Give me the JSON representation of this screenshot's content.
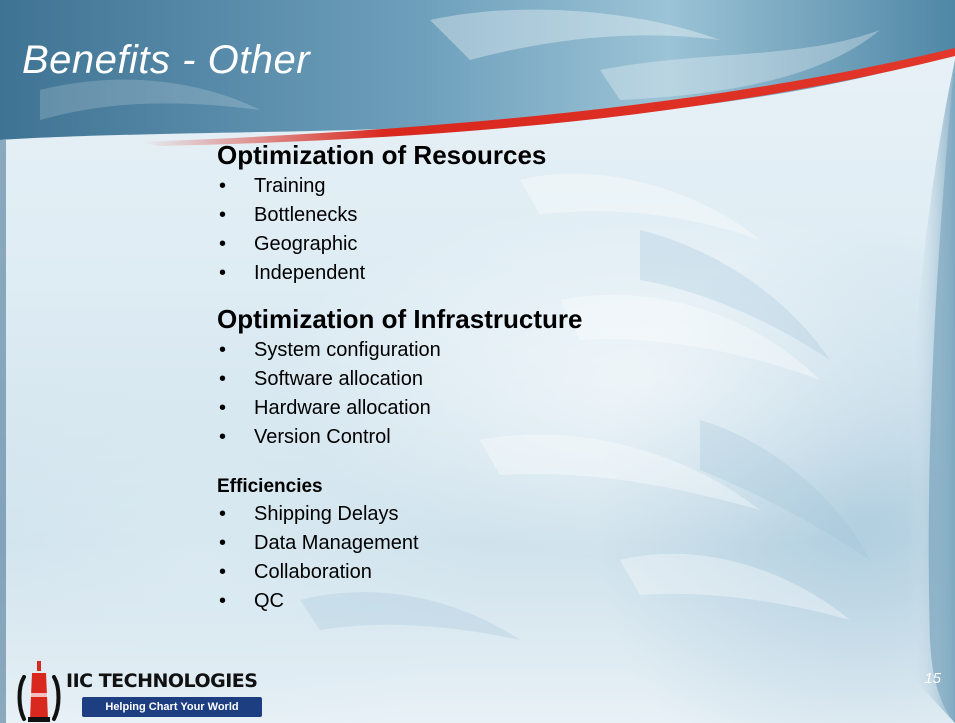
{
  "slide": {
    "title": "Benefits - Other",
    "number": "15"
  },
  "sections": [
    {
      "heading": "Optimization of Resources",
      "items": [
        "Training",
        "Bottlenecks",
        "Geographic",
        "Independent"
      ]
    },
    {
      "heading": "Optimization of Infrastructure",
      "items": [
        "System configuration",
        "Software allocation",
        "Hardware allocation",
        "Version Control"
      ]
    },
    {
      "heading": "Efficiencies",
      "items": [
        "Shipping Delays",
        "Data Management",
        "Collaboration",
        "QC"
      ]
    }
  ],
  "logo": {
    "name": "IIC TECHNOLOGIES",
    "tagline": "Helping Chart Your World"
  },
  "colors": {
    "title_text": "#ffffff",
    "header_band": "#4a7e9c",
    "accent_swoosh": "#d9281e",
    "body_text": "#000000",
    "logo_red": "#d9281e",
    "logo_blue": "#1d3f82"
  }
}
